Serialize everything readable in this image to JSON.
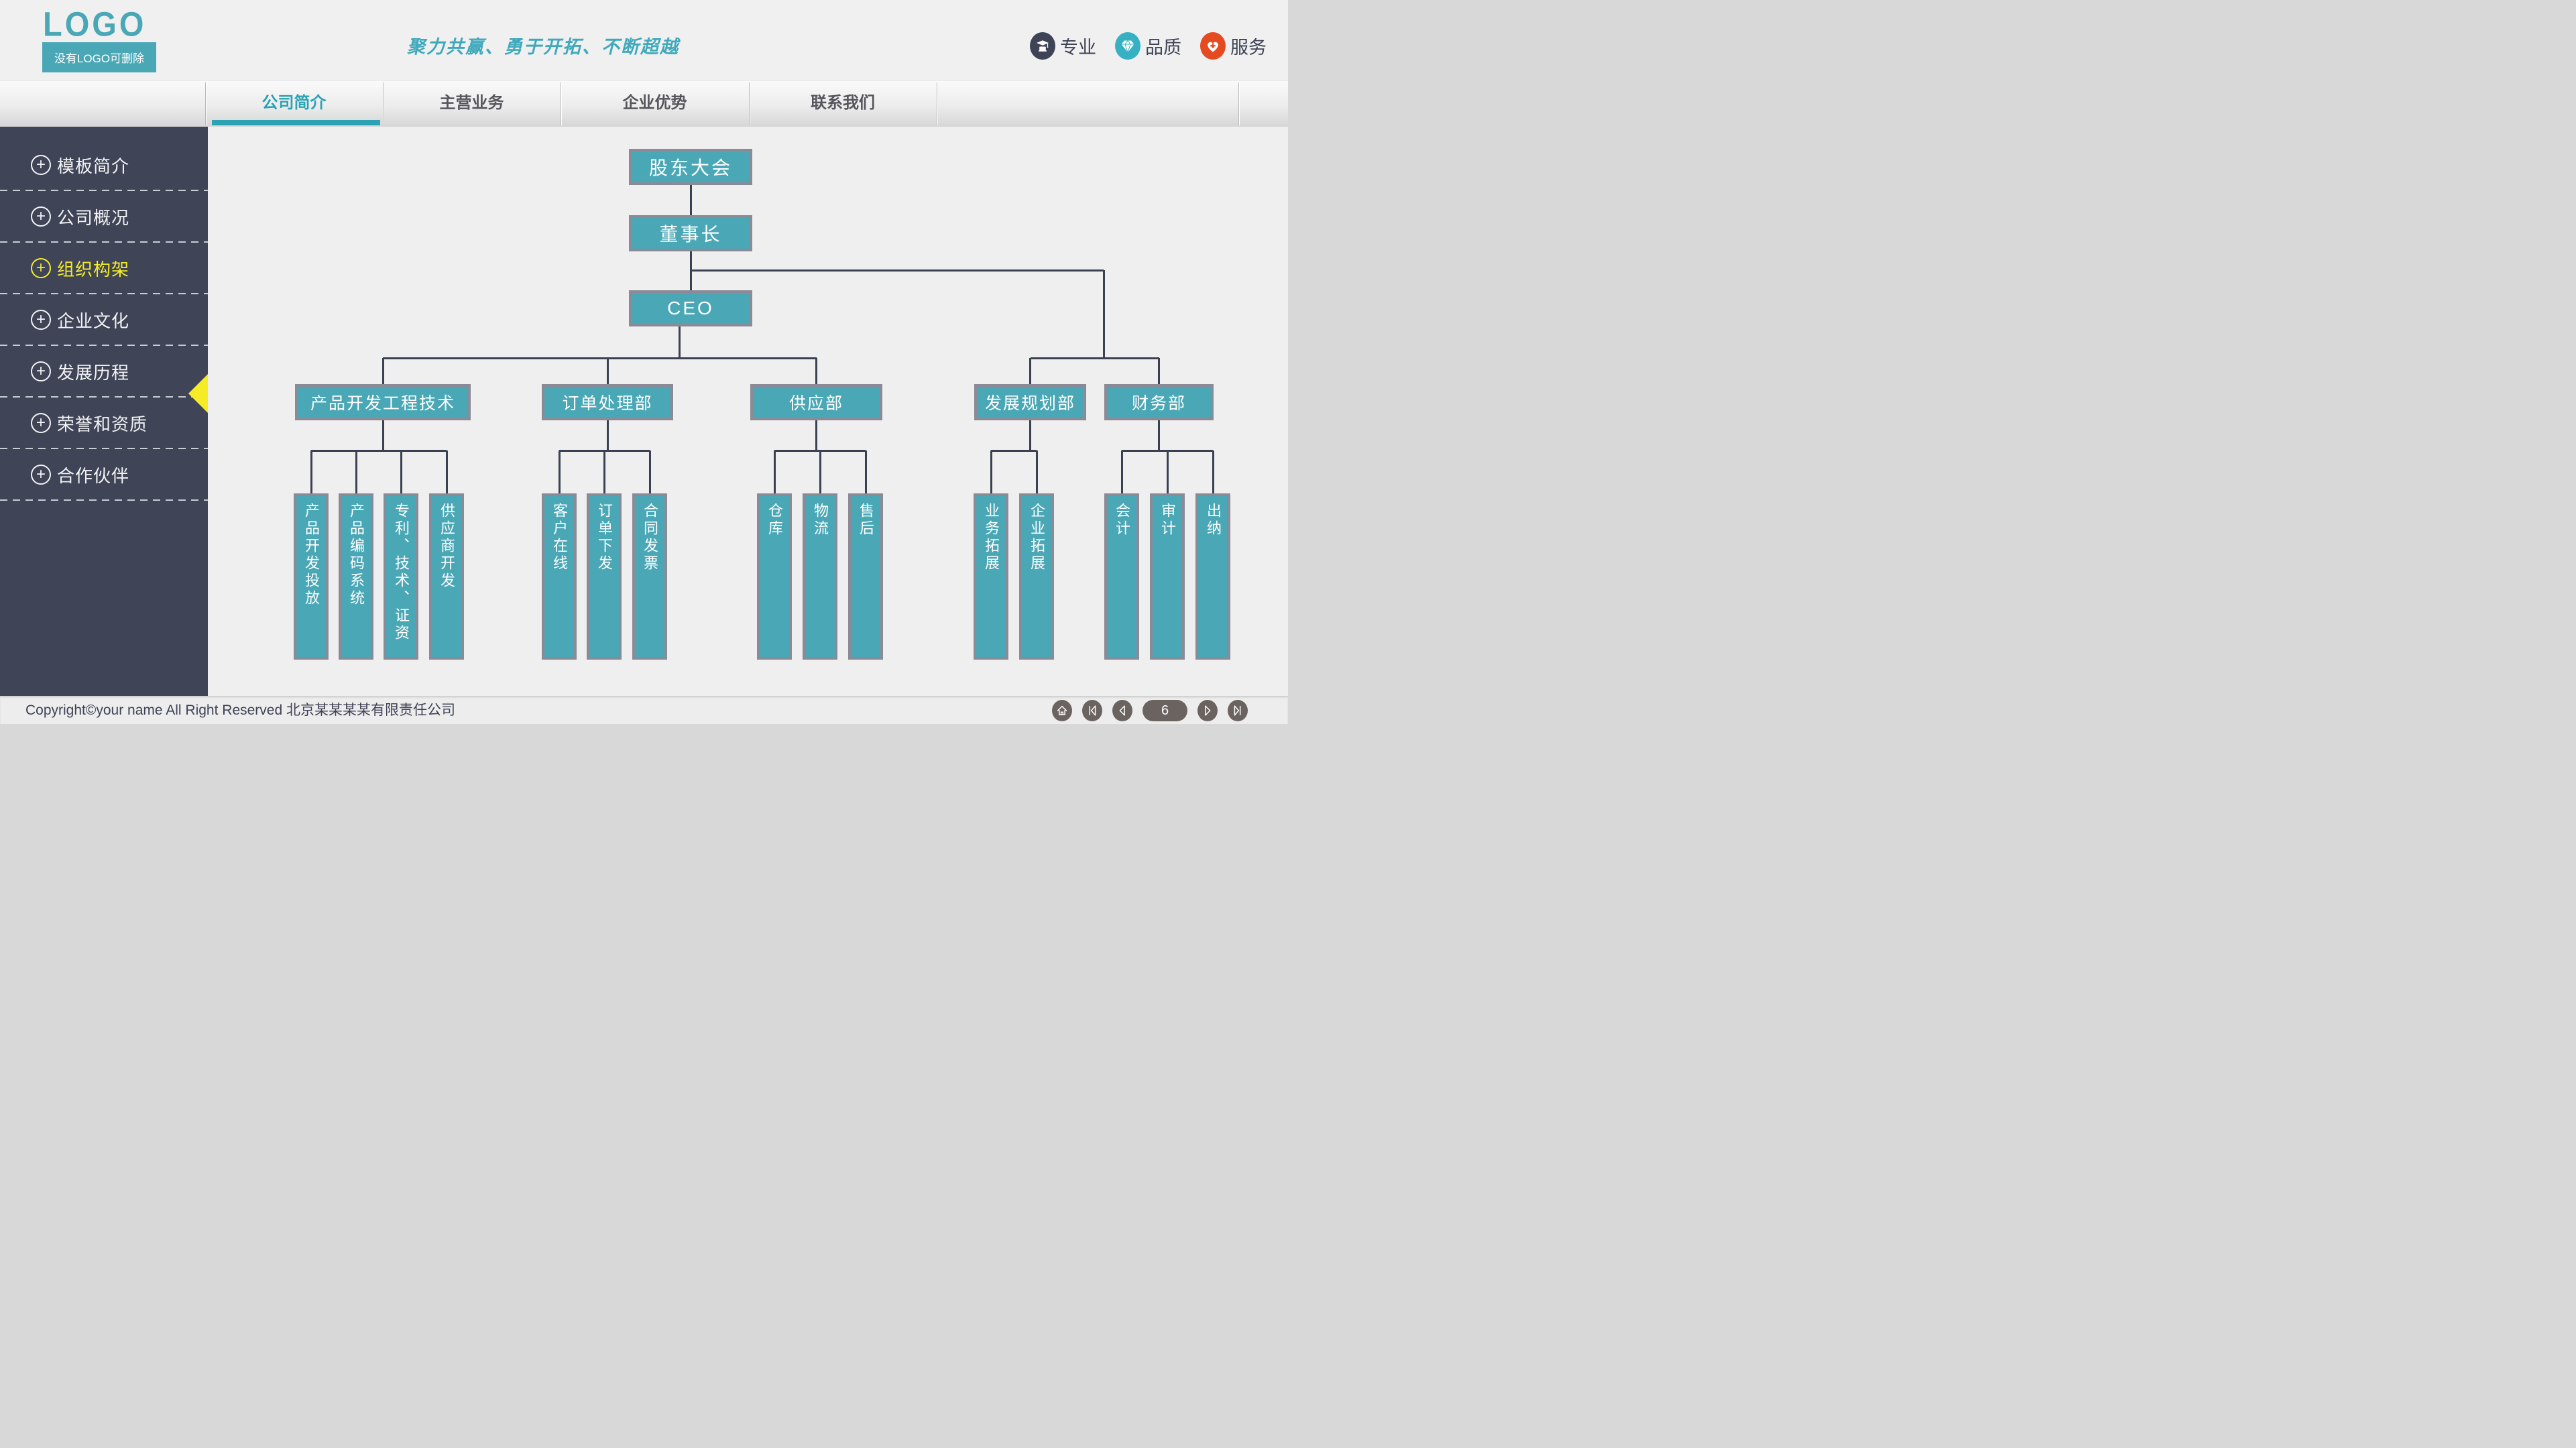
{
  "header": {
    "logo_text": "LOGO",
    "logo_sub": "没有LOGO可删除",
    "slogan": "聚力共赢、勇于开拓、不断超越",
    "badges": [
      {
        "label": "专业",
        "icon": "education-icon",
        "color": "#3E4456"
      },
      {
        "label": "品质",
        "icon": "diamond-icon",
        "color": "#35B1C3"
      },
      {
        "label": "服务",
        "icon": "heart-cross-icon",
        "color": "#E54B20"
      }
    ]
  },
  "tabs": {
    "items": [
      {
        "label": "公司简介",
        "active": true
      },
      {
        "label": "主营业务",
        "active": false
      },
      {
        "label": "企业优势",
        "active": false
      },
      {
        "label": "联系我们",
        "active": false
      }
    ]
  },
  "sidebar": {
    "items": [
      {
        "label": "模板简介",
        "active": false
      },
      {
        "label": "公司概况",
        "active": false
      },
      {
        "label": "组织构架",
        "active": true
      },
      {
        "label": "企业文化",
        "active": false
      },
      {
        "label": "发展历程",
        "active": false
      },
      {
        "label": "荣誉和资质",
        "active": false
      },
      {
        "label": "合作伙伴",
        "active": false
      }
    ]
  },
  "orgchart": {
    "chain": [
      {
        "id": "shareholders",
        "label": "股东大会"
      },
      {
        "id": "chairman",
        "label": "董事长"
      },
      {
        "id": "ceo",
        "label": "CEO"
      }
    ],
    "departments": [
      {
        "label": "产品开发工程技术",
        "children": [
          "产品开发投放",
          "产品编码系统",
          "专利、技术、证资",
          "供应商开发"
        ]
      },
      {
        "label": "订单处理部",
        "children": [
          "客户在线",
          "订单下发",
          "合同发票"
        ]
      },
      {
        "label": "供应部",
        "children": [
          "仓库",
          "物流",
          "售后"
        ]
      },
      {
        "label": "发展规划部",
        "children": [
          "业务拓展",
          "企业拓展"
        ]
      },
      {
        "label": "财务部",
        "children": [
          "会计",
          "审计",
          "出纳"
        ]
      }
    ],
    "colors": {
      "node_fill": "#4AA7B6",
      "node_border": "#8B8B98",
      "connector": "#3B4152"
    }
  },
  "footer": {
    "copyright": "Copyright©your name All Right Reserved 北京某某某某有限责任公司",
    "page_number": "6"
  }
}
